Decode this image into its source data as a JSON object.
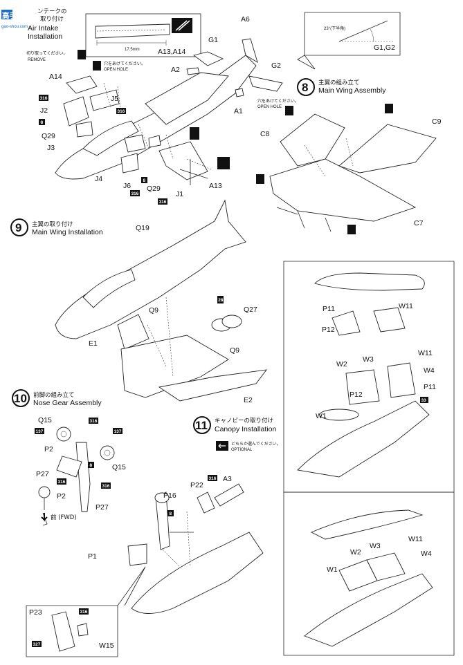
{
  "header": {
    "logo_text": "高手网",
    "logo_url": "gao-shou.com",
    "intake_title_jp": "ンテークの",
    "intake_title_jp2": "取り付け",
    "intake_title_en1": "Air Intake",
    "intake_title_en2": "Installation",
    "cut_jp": "切り取ってください。",
    "cut_en": "REMOVE",
    "hole_jp": "穴をあけてください。",
    "hole_en": "OPEN HOLE",
    "dim_label": "17.5mm",
    "parts_a13_a14": "A13,A14",
    "angle_label": "23°(下半角)",
    "parts_g1_g2": "G1,G2"
  },
  "paint_codes": {
    "c316": "316",
    "c8": "8",
    "c137": "137",
    "c28": "28",
    "c33": "33",
    "c327": "327"
  },
  "labels": {
    "A6": "A6",
    "G1": "G1",
    "A2": "A2",
    "G2": "G2",
    "A1": "A1",
    "A14": "A14",
    "J5": "J5",
    "J2": "J2",
    "Q29": "Q29",
    "J3": "J3",
    "J4": "J4",
    "J6": "J6",
    "J1": "J1",
    "A13": "A13",
    "C8": "C8",
    "C9": "C9",
    "C7": "C7",
    "Q19": "Q19",
    "Q9": "Q9",
    "Q27": "Q27",
    "E1": "E1",
    "E2": "E2",
    "Q15": "Q15",
    "P2": "P2",
    "P27": "P27",
    "P16": "P16",
    "P22": "P22",
    "A3": "A3",
    "P1": "P1",
    "P23": "P23",
    "W15": "W15",
    "P11": "P11",
    "W11": "W11",
    "P12": "P12",
    "W2": "W2",
    "W3": "W3",
    "W4": "W4",
    "W1": "W1"
  },
  "steps": {
    "s8": {
      "num": "8",
      "jp": "主翼の組み立て",
      "en": "Main Wing Assembly"
    },
    "s9": {
      "num": "9",
      "jp": "主翼の取り付け",
      "en": "Main Wing Installation"
    },
    "s10": {
      "num": "10",
      "jp": "前脚の組み立て",
      "en": "Nose Gear Assembly"
    },
    "s11": {
      "num": "11",
      "jp": "キャノピーの取り付け",
      "en": "Canopy Installation"
    }
  },
  "notes": {
    "fwd": "前 (FWD)",
    "optional_jp": "どちらか選んでください。",
    "optional_en": "OPTIONAL"
  }
}
